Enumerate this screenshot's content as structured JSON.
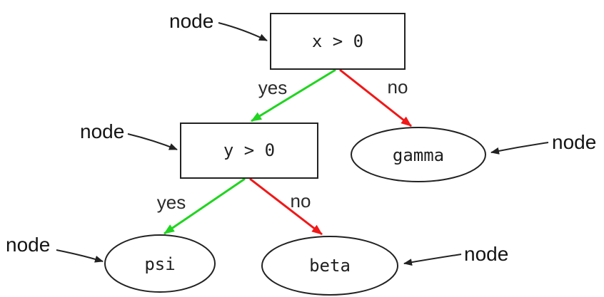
{
  "diagram": {
    "type": "decision-tree",
    "colors": {
      "yes_edge": "#21d421",
      "no_edge": "#f01818",
      "outline": "#222222",
      "text": "#1f1f1f",
      "background": "#ffffff"
    },
    "nodes": [
      {
        "id": "root",
        "label": "x > 0",
        "shape": "box"
      },
      {
        "id": "second-condition",
        "label": "y > 0",
        "shape": "box"
      },
      {
        "id": "gamma",
        "label": "gamma",
        "shape": "ellipse"
      },
      {
        "id": "psi",
        "label": "psi",
        "shape": "ellipse"
      },
      {
        "id": "beta",
        "label": "beta",
        "shape": "ellipse"
      }
    ],
    "edges": [
      {
        "from": "x > 0",
        "to": "y > 0",
        "label": "yes",
        "color": "#21d421"
      },
      {
        "from": "x > 0",
        "to": "gamma",
        "label": "no",
        "color": "#f01818"
      },
      {
        "from": "y > 0",
        "to": "psi",
        "label": "yes",
        "color": "#21d421"
      },
      {
        "from": "y > 0",
        "to": "beta",
        "label": "no",
        "color": "#f01818"
      }
    ],
    "annotations": [
      {
        "label": "node",
        "points_to": "x > 0"
      },
      {
        "label": "node",
        "points_to": "y > 0"
      },
      {
        "label": "node",
        "points_to": "gamma"
      },
      {
        "label": "node",
        "points_to": "psi"
      },
      {
        "label": "node",
        "points_to": "beta"
      }
    ]
  }
}
